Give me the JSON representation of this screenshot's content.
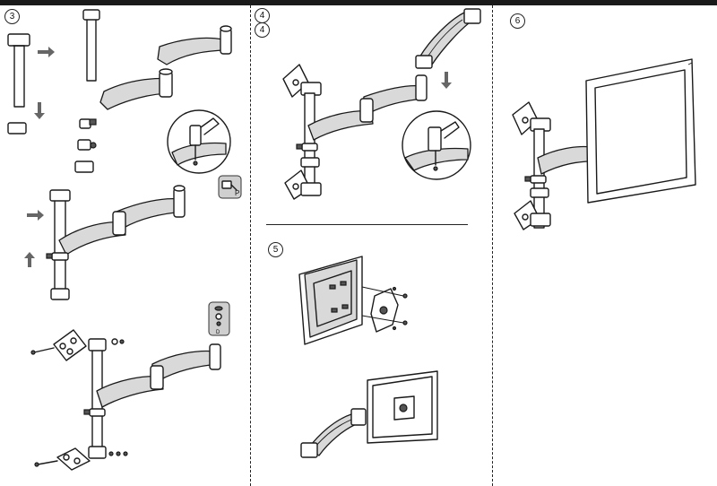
{
  "steps": {
    "s3": "3",
    "s4a": "4",
    "s4b": "4",
    "s5": "5",
    "s6": "6"
  },
  "icons": {
    "tool_icon_label": "P",
    "parts_icon_label": "D"
  }
}
